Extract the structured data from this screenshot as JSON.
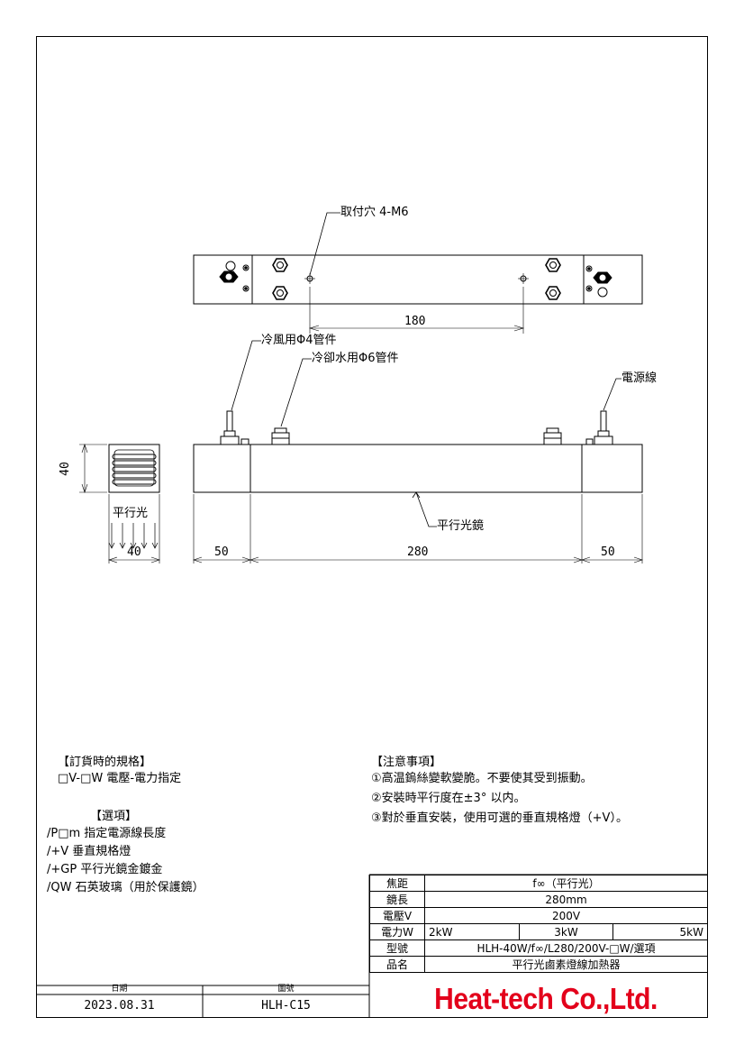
{
  "drawing": {
    "mount_holes_label": "取付穴 4-M6",
    "dim_hole_spacing": "180",
    "air_fitting_label": "冷風用Φ4管件",
    "water_fitting_label": "冷卻水用Φ6管件",
    "power_cable_label": "電源線",
    "mirror_label": "平行光鏡",
    "dim_height": "40",
    "parallel_light_label": "平行光",
    "dim_width": "40",
    "dim_left": "50",
    "dim_length": "280",
    "dim_right": "50"
  },
  "order_spec": {
    "title": "【訂貨時的規格】",
    "line1": "□V-□W 電壓-電力指定"
  },
  "options": {
    "title": "【選項】",
    "items": [
      "/P□m 指定電源線長度",
      "/+V 垂直規格燈",
      "/+GP 平行光鏡金鍍金",
      "/QW 石英玻璃（用於保護鏡）"
    ]
  },
  "notes": {
    "title": "【注意事項】",
    "items": [
      "①高温鎢絲變軟變脆。不要使其受到振動。",
      "②安裝時平行度在±3° 以内。",
      "③對於垂直安裝，使用可選的垂直規格燈（+V）。"
    ]
  },
  "spec_table": {
    "focal_label": "焦距",
    "focal_value": "f∞（平行光）",
    "length_label": "鏡長",
    "length_value": "280mm",
    "voltage_label": "電壓V",
    "voltage_value": "200V",
    "power_label": "電力W",
    "power_values": [
      "2kW",
      "3kW",
      "5kW"
    ],
    "model_label": "型號",
    "model_value": "HLH-40W/f∞/L280/200V-□W/選項",
    "name_label": "品名",
    "name_value": "平行光鹵素燈線加熱器"
  },
  "title_block": {
    "date_label": "日期",
    "date_value": "2023.08.31",
    "drawing_no_label": "圖號",
    "drawing_no_value": "HLH-C15",
    "company": "Heat-tech Co.,Ltd.",
    "company_color": "#e3001b"
  }
}
